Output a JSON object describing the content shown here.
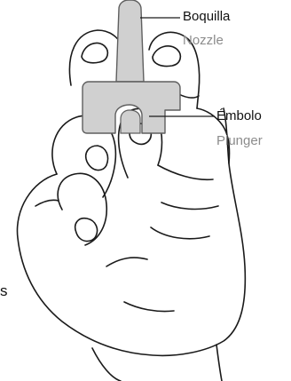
{
  "labels": {
    "nozzle": {
      "es": "Boquilla",
      "en": "Nozzle"
    },
    "plunger": {
      "es": "Émbolo",
      "en": "Plunger"
    }
  },
  "stray_text": "s",
  "colors": {
    "background": "#ffffff",
    "outline": "#1a1a1a",
    "device_fill": "#d0d0d0",
    "device_stroke": "#5f5f5f",
    "primary_text": "#111111",
    "secondary_text": "#8c8c8c"
  }
}
